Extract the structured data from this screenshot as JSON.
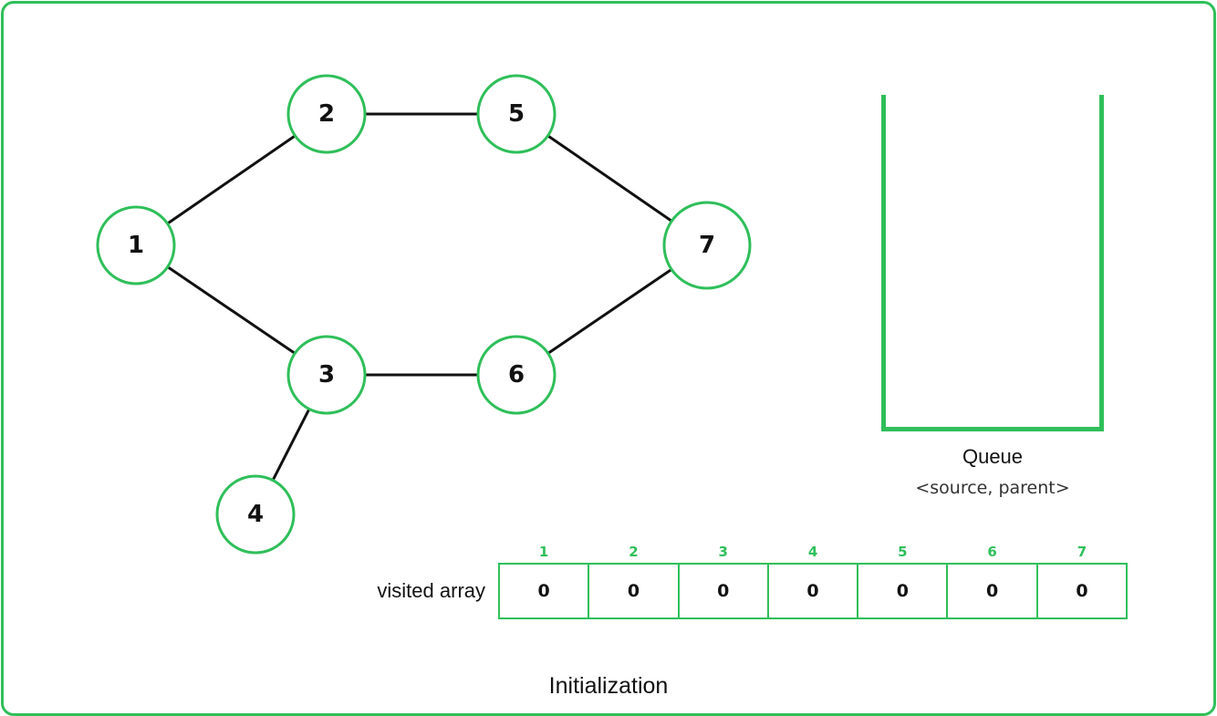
{
  "graph": {
    "nodes": [
      "1",
      "2",
      "3",
      "4",
      "5",
      "6",
      "7"
    ],
    "edges": [
      [
        "1",
        "2"
      ],
      [
        "1",
        "3"
      ],
      [
        "2",
        "5"
      ],
      [
        "3",
        "6"
      ],
      [
        "3",
        "4"
      ],
      [
        "5",
        "7"
      ],
      [
        "6",
        "7"
      ]
    ]
  },
  "queue": {
    "title": "Queue",
    "subtitle": "<source, parent>"
  },
  "visited": {
    "label": "visited array",
    "headers": [
      "1",
      "2",
      "3",
      "4",
      "5",
      "6",
      "7"
    ],
    "values": [
      "0",
      "0",
      "0",
      "0",
      "0",
      "0",
      "0"
    ]
  },
  "caption": "Initialization",
  "colors": {
    "accent": "#2fbf5a",
    "edge": "#111111"
  }
}
